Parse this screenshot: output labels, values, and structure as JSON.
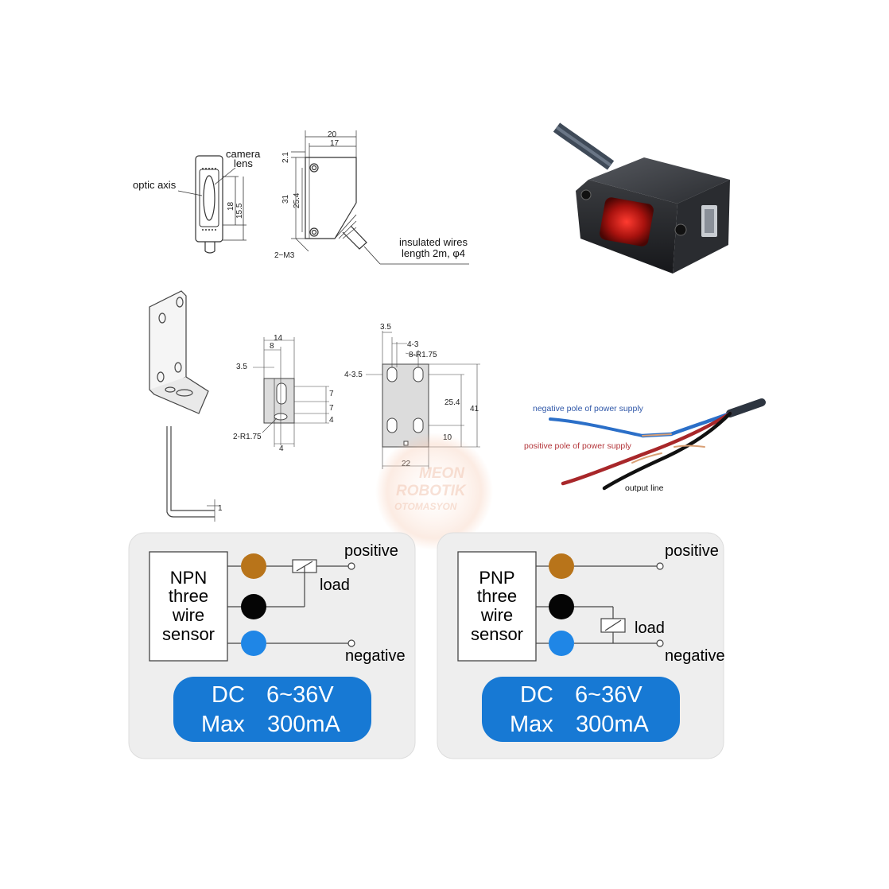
{
  "drawing_top": {
    "labels": {
      "camera": "camera",
      "lens": "lens",
      "optic_axis": "optic axis",
      "insulated_wires": "insulated wires",
      "wire_length": "length 2m, φ4",
      "mount": "2−M3"
    },
    "dims": {
      "d20": "20",
      "d17": "17",
      "d2_1": "2.1",
      "d31": "31",
      "d25_4": "25.4",
      "d18": "18",
      "d15_5": "15.5"
    }
  },
  "drawing_bracket": {
    "dims": {
      "d14": "14",
      "d8": "8",
      "d3_5a": "3.5",
      "d7a": "7",
      "d7b": "7",
      "d4a": "4",
      "r175": "2-R1.75",
      "d4b": "4",
      "d3_5b": "3.5",
      "d4_3": "4-3",
      "r8_175": "8-R1.75",
      "d4_35": "4-3.5",
      "d25_4": "25.4",
      "d41": "41",
      "d10": "10",
      "d22": "22",
      "d1": "1"
    }
  },
  "wiring_photo": {
    "negative_label": "negative pole of power supply",
    "positive_label": "positive pole of power supply",
    "output_label": "output line"
  },
  "watermark": {
    "line1": "MEON",
    "line2": "ROBOTIK",
    "line3": "OTOMASYON"
  },
  "npn_panel": {
    "sensor_lines": [
      "NPN",
      "three",
      "wire",
      "sensor"
    ],
    "positive": "positive",
    "load": "load",
    "negative": "negative",
    "dc_label": "DC",
    "dc_value": "6~36V",
    "max_label": "Max",
    "max_value": "300mA"
  },
  "pnp_panel": {
    "sensor_lines": [
      "PNP",
      "three",
      "wire",
      "sensor"
    ],
    "positive": "positive",
    "load": "load",
    "negative": "negative",
    "dc_label": "DC",
    "dc_value": "6~36V",
    "max_label": "Max",
    "max_value": "300mA"
  },
  "colors": {
    "brown_wire": "#b8741a",
    "black_wire": "#050505",
    "blue_wire": "#1f86e6",
    "dc_box": "#1779d4",
    "panel_bg": "#eeeeee",
    "negative_label_color": "#2f57a8",
    "positive_label_color": "#b3353a"
  }
}
